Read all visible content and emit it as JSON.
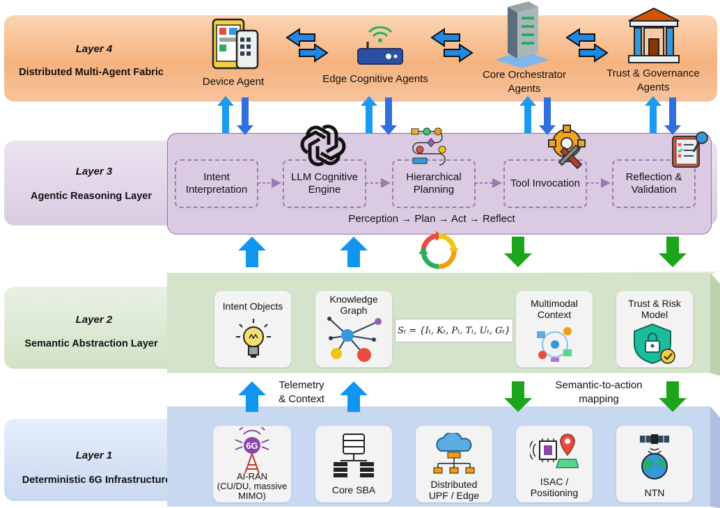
{
  "layers": {
    "layer4": {
      "num": "Layer 4",
      "name": "Distributed Multi-Agent Fabric"
    },
    "layer3": {
      "num": "Layer 3",
      "name": "Agentic Reasoning Layer"
    },
    "layer2": {
      "num": "Layer 2",
      "name": "Semantic Abstraction Layer"
    },
    "layer1": {
      "num": "Layer 1",
      "name": "Deterministic 6G Infrastructure"
    }
  },
  "agents": {
    "device": "Device Agent",
    "edge": "Edge Cognitive Agents",
    "core": "Core Orchestrator\nAgents",
    "trust": "Trust & Governance\nAgents"
  },
  "reasoning": {
    "intent": "Intent\nInterpretation",
    "llm": "LLM Cognitive\nEngine",
    "planning": "Hierarchical\nPlanning",
    "tool": "Tool Invocation",
    "reflection": "Reflection &\nValidation",
    "cycle": "Perception → Plan → Act → Reflect"
  },
  "semantic": {
    "intent_objects": "Intent Objects",
    "knowledge_graph": "Knowledge\nGraph",
    "formula": "Sₜ = {Iₜ, Kₜ, Pₜ, Tₜ, Uₜ, Gₜ}",
    "multimodal": "Multimodal\nContext",
    "trust_risk": "Trust & Risk\nModel"
  },
  "infra": {
    "airan": "AI-RAN\n(CU/DU, massive\nMIMO)",
    "core_sba": "Core SBA",
    "upf": "Distributed\nUPF / Edge",
    "isac": "ISAC /\nPositioning",
    "ntn": "NTN",
    "sixg": "6G"
  },
  "notes": {
    "telemetry": "Telemetry\n& Context",
    "sem2act": "Semantic-to-action\nmapping"
  },
  "colors": {
    "up_arrow": "#1196f0",
    "down_arrow": "#1aa51a",
    "bidir_blue": "#2a7de1"
  }
}
